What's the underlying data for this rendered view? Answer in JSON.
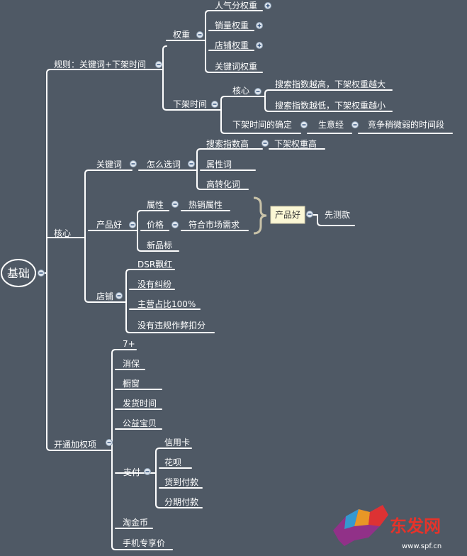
{
  "mindmap": {
    "root": "基础",
    "rules": {
      "label": "规则：关键词+下架时间",
      "weight": {
        "label": "权重",
        "items": [
          "人气分权重",
          "销量权重",
          "店铺权重",
          "关键词权重"
        ]
      },
      "delist": {
        "label": "下架时间",
        "core": {
          "label": "核心",
          "items": [
            "搜索指数越高，下架权重越大",
            "搜索指数越低，下架权重越小"
          ]
        },
        "determine": "下架时间的确定",
        "business": "生意经",
        "period": "竞争稍微弱的时间段"
      }
    },
    "core": {
      "label": "核心",
      "keyword": {
        "label": "关键词",
        "how": "怎么选词",
        "search_high": "搜索指数高",
        "delist_high": "下架权重高",
        "attr_word": "属性词",
        "high_conv": "高转化词"
      },
      "product": {
        "label": "产品好",
        "attr": "属性",
        "hot_attr": "热销属性",
        "price": "价格",
        "market": "符合市场需求",
        "new_tag": "新品标",
        "callout": "产品好",
        "test": "先测款"
      },
      "shop": {
        "label": "店铺",
        "items": [
          "DSR飘红",
          "没有纠纷",
          "主营占比100%",
          "没有违规作弊扣分"
        ]
      }
    },
    "rights": {
      "label": "开通加权项",
      "items_top": [
        "7+",
        "消保",
        "橱窗",
        "发货时间",
        "公益宝贝"
      ],
      "pay": {
        "label": "支付",
        "items": [
          "信用卡",
          "花呗",
          "货到付款",
          "分期付款"
        ]
      },
      "items_bottom": [
        "淘金币",
        "手机专享价"
      ]
    }
  },
  "watermark": {
    "logo_text": "东发网",
    "url": "www.spf.cn"
  },
  "colors": {
    "background": "#4f5965",
    "line": "#ffffff",
    "callout_bg": "#fbf7d5",
    "brace": "#c8c2a8",
    "watermark": "#e6332a"
  }
}
